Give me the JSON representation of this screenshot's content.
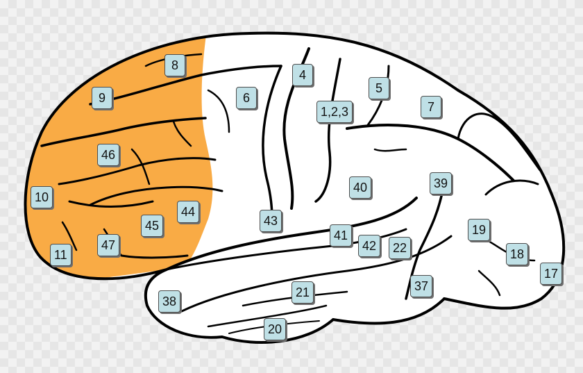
{
  "colors": {
    "frontal_region": "#f9ab45",
    "brain_fill": "#ffffff",
    "outline": "#000000",
    "label_box": "#bfe0e6"
  },
  "areas": [
    {
      "id": "a8",
      "label": "8"
    },
    {
      "id": "a9",
      "label": "9"
    },
    {
      "id": "a4",
      "label": "4"
    },
    {
      "id": "a6",
      "label": "6"
    },
    {
      "id": "a5",
      "label": "5"
    },
    {
      "id": "a123",
      "label": "1,2,3"
    },
    {
      "id": "a7",
      "label": "7"
    },
    {
      "id": "a46",
      "label": "46"
    },
    {
      "id": "a40",
      "label": "40"
    },
    {
      "id": "a39",
      "label": "39"
    },
    {
      "id": "a10",
      "label": "10"
    },
    {
      "id": "a44",
      "label": "44"
    },
    {
      "id": "a43",
      "label": "43"
    },
    {
      "id": "a45",
      "label": "45"
    },
    {
      "id": "a41",
      "label": "41"
    },
    {
      "id": "a19",
      "label": "19"
    },
    {
      "id": "a42",
      "label": "42"
    },
    {
      "id": "a22",
      "label": "22"
    },
    {
      "id": "a47",
      "label": "47"
    },
    {
      "id": "a11",
      "label": "11"
    },
    {
      "id": "a18",
      "label": "18"
    },
    {
      "id": "a17",
      "label": "17"
    },
    {
      "id": "a37",
      "label": "37"
    },
    {
      "id": "a21",
      "label": "21"
    },
    {
      "id": "a38",
      "label": "38"
    },
    {
      "id": "a20",
      "label": "20"
    }
  ]
}
